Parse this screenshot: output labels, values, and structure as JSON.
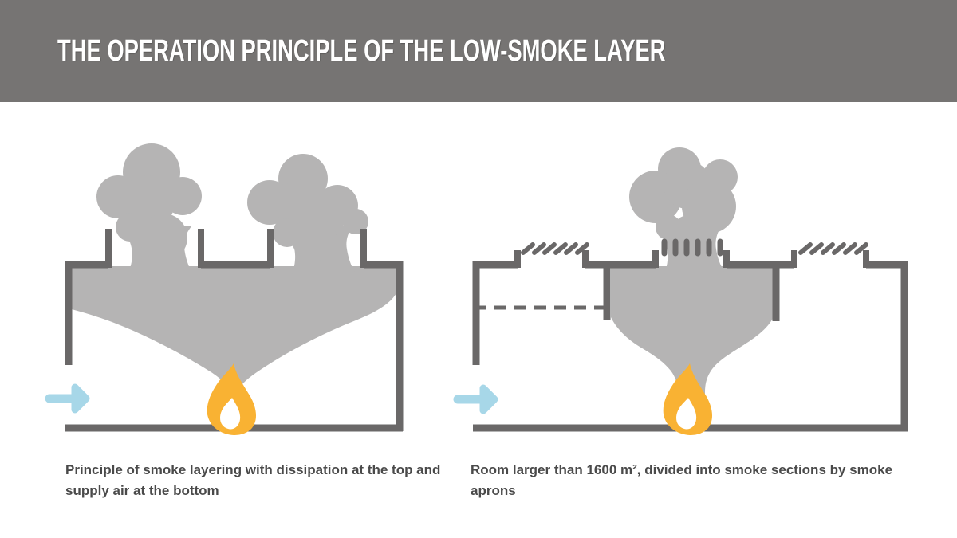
{
  "header": {
    "title": "THE OPERATION PRINCIPLE OF THE LOW-SMOKE LAYER"
  },
  "figures": [
    {
      "caption": "Principle of smoke layering with dissipation at the top and supply air at the bottom"
    },
    {
      "caption": "Room larger than 1600 m², divided into smoke sections by smoke aprons"
    }
  ],
  "colors": {
    "header-bg": "#767473",
    "header-text": "#ffffff",
    "background": "#ffffff",
    "smoke": "#b5b4b4",
    "wall": "#6a6868",
    "flame": "#f9b233",
    "flame-core": "#ffffff",
    "arrow": "#a7d7e8",
    "caption": "#4a4a4a"
  }
}
